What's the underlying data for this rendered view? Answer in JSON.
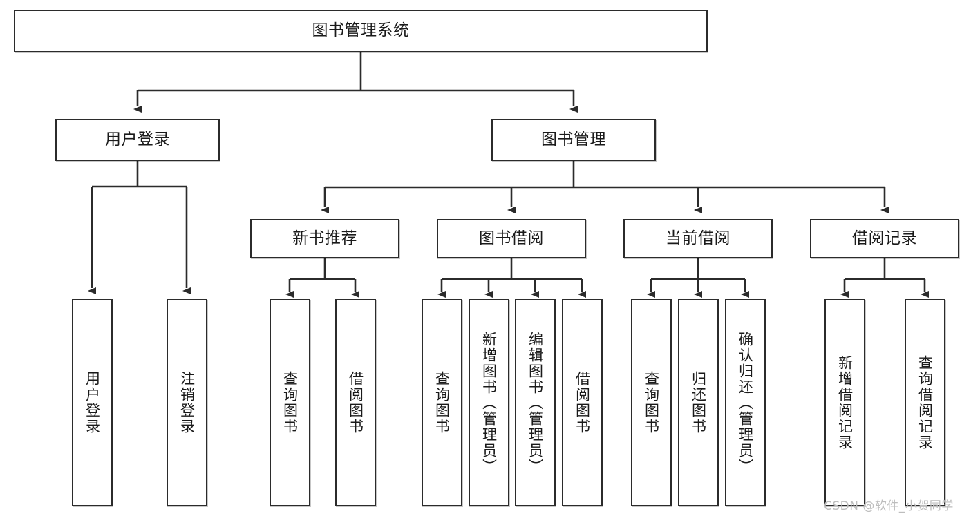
{
  "diagram": {
    "title": "图书管理系统",
    "type": "tree-hierarchy-chart",
    "watermark": "CSDN @软件_小贺同学",
    "colors": {
      "stroke": "#2b2b2b",
      "fill": "#ffffff",
      "text": "#1a1a1a",
      "watermark": "#bdbdbd"
    },
    "nodes": {
      "root": {
        "label": "图书管理系统"
      },
      "level2": [
        {
          "id": "user-login",
          "label": "用户登录"
        },
        {
          "id": "book-manage",
          "label": "图书管理"
        }
      ],
      "level3": [
        {
          "id": "new-book-recommend",
          "label": "新书推荐"
        },
        {
          "id": "book-borrow",
          "label": "图书借阅"
        },
        {
          "id": "current-borrow",
          "label": "当前借阅"
        },
        {
          "id": "borrow-record",
          "label": "借阅记录"
        }
      ],
      "leaves": {
        "user-login": [
          {
            "id": "leaf-user-login",
            "label": "用户登录"
          },
          {
            "id": "leaf-logout-login",
            "label": "注销登录"
          }
        ],
        "new-book-recommend": [
          {
            "id": "leaf-query-book-1",
            "label": "查询图书"
          },
          {
            "id": "leaf-borrow-book-1",
            "label": "借阅图书"
          }
        ],
        "book-borrow": [
          {
            "id": "leaf-query-book-2",
            "label": "查询图书"
          },
          {
            "id": "leaf-add-book",
            "label": "新增图书（管理员）"
          },
          {
            "id": "leaf-edit-book",
            "label": "编辑图书（管理员）"
          },
          {
            "id": "leaf-borrow-book-2",
            "label": "借阅图书"
          }
        ],
        "current-borrow": [
          {
            "id": "leaf-query-book-3",
            "label": "查询图书"
          },
          {
            "id": "leaf-return-book",
            "label": "归还图书"
          },
          {
            "id": "leaf-confirm-return",
            "label": "确认归还（管理员）"
          }
        ],
        "borrow-record": [
          {
            "id": "leaf-add-record",
            "label": "新增借阅记录"
          },
          {
            "id": "leaf-query-record",
            "label": "查询借阅记录"
          }
        ]
      }
    }
  }
}
